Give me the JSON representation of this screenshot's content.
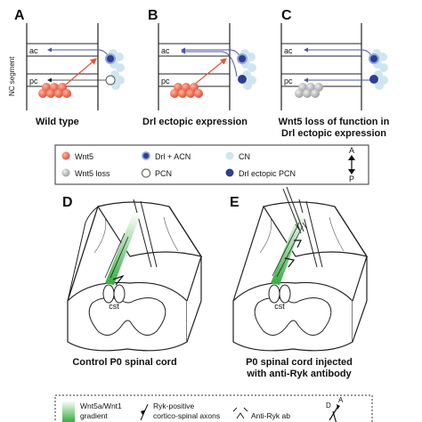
{
  "panels": {
    "A": {
      "letter": "A",
      "caption": "Wild type"
    },
    "B": {
      "letter": "B",
      "caption": "Drl ectopic expression"
    },
    "C": {
      "letter": "C",
      "caption_line1": "Wnt5 loss of function in",
      "caption_line2": "Drl ectopic expression"
    },
    "D": {
      "letter": "D",
      "caption": "Control P0 spinal cord",
      "cst": "cst"
    },
    "E": {
      "letter": "E",
      "caption_line1": "P0 spinal cord injected",
      "caption_line2": "with anti-Ryk antibody",
      "cst": "cst"
    }
  },
  "segment": {
    "ac": "ac",
    "pc": "pc",
    "axis_label": "NC segment"
  },
  "legend_top": {
    "wnt5": "Wnt5",
    "drl_acn": "Drl + ACN",
    "cn": "CN",
    "wnt5_loss": "Wnt5 loss",
    "pcn": "PCN",
    "drl_ectopic_pcn": "Drl ectopic PCN",
    "axis_a": "A",
    "axis_p": "P"
  },
  "legend_bottom": {
    "gradient_line1": "Wnt5a/Wnt1",
    "gradient_line2": "gradient",
    "ryk_line1": "Ryk-positive",
    "ryk_line2": "cortico-spinal axons",
    "anti_ryk": "Anti-Ryk ab",
    "axis_d": "D",
    "axis_a": "A"
  },
  "colors": {
    "wnt5": "#e8553c",
    "wnt5_loss": "#a8a8a8",
    "cn": "#cfe6ee",
    "drl": "#2b3f93",
    "drl_ring": "#6f86c4",
    "gradient_green": "#45b649",
    "axon": "#4a56a6",
    "wnt_line": "#e0553a"
  }
}
